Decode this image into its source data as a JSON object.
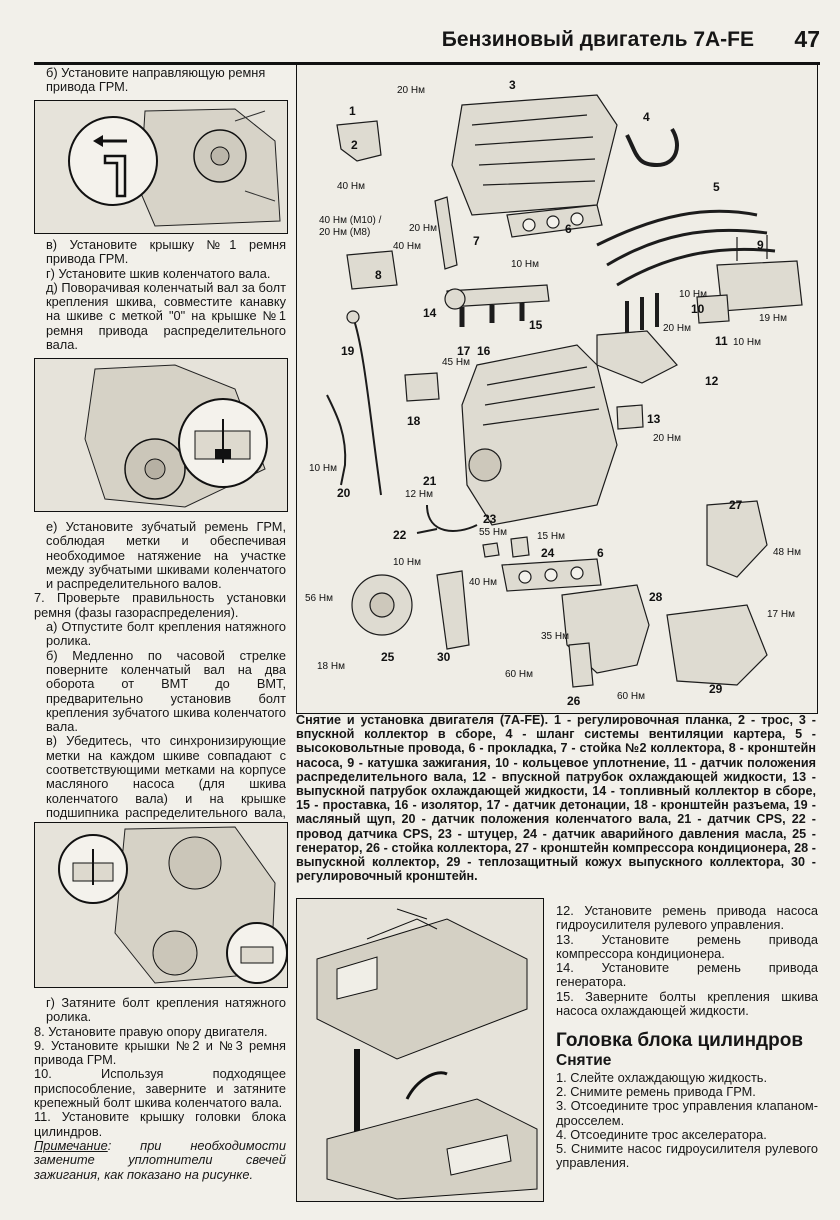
{
  "header": {
    "title": "Бензиновый двигатель 7A-FE",
    "page_number": "47"
  },
  "left_col": {
    "b_step": "б) Установите направляющую ремня привода ГРМ.",
    "v_step": "в) Установите крышку №1 ремня привода ГРМ.",
    "g_step": "г) Установите шкив коленчатого вала.",
    "d_step": "д) Поворачивая коленчатый вал за болт крепления шкива, совместите канавку на шкиве с меткой \"0\" на крышке №1 ремня привода распределительного вала.",
    "e_step": "е) Установите зубчатый ремень ГРМ, соблюдая метки и обеспечивая необходимое натяжение на участке между зубчатыми шкивами коленчатого и распределительного валов.",
    "step7": "7. Проверьте правильность установки ремня (фазы газораспределения).",
    "step7a": "а) Отпустите болт крепления натяжного ролика.",
    "step7b": "б) Медленно по часовой стрелке поверните коленчатый вал на два оборота от ВМТ до ВМТ, предварительно установив болт крепления зубчатого шкива коленчатого вала.",
    "step7v": "в) Убедитесь, что синхронизирующие метки на каждом шкиве совпадают с соответствующими метками на корпусе масляного насоса (для шкива коленчатого вала) и на крышке подшипника распределительного вала, как показано на рисунках.",
    "step7g": "г) Затяните болт крепления натяжного ролика.",
    "step8": "8. Установите правую опору двигателя.",
    "step9": "9. Установите крышки №2 и №3 ремня привода ГРМ.",
    "step10": "10. Используя подходящее приспособление, заверните и затяните крепежный болт шкива коленчатого вала.",
    "step11": "11. Установите крышку головки блока цилиндров.",
    "note_label": "Примечание",
    "note_text": ": при необходимости замените уплотнители свечей зажигания, как показано на рисунке."
  },
  "diagram": {
    "torques": {
      "t20a": "20 Нм",
      "t40a": "40 Нм",
      "t40m10": "40 Нм (М10) /",
      "t20m8": "20 Нм (М8)",
      "t20b": "20 Нм",
      "t40b": "40 Нм",
      "t10a": "10 Нм",
      "t10b": "10 Нм",
      "t20c": "20 Нм",
      "t19": "19 Нм",
      "t10c": "10 Нм",
      "t45": "45 Нм",
      "t20d": "20 Нм",
      "t10d": "10 Нм",
      "t12": "12 Нм",
      "t55": "55 Нм",
      "t15": "15 Нм",
      "t48": "48 Нм",
      "t10e": "10 Нм",
      "t40c": "40 Нм",
      "t56": "56 Нм",
      "t17": "17 Нм",
      "t18": "18 Нм",
      "t35": "35 Нм",
      "t60a": "60 Нм",
      "t60b": "60 Нм"
    },
    "parts": {
      "p1": "1",
      "p2": "2",
      "p3": "3",
      "p4": "4",
      "p5": "5",
      "p6a": "6",
      "p6b": "6",
      "p7": "7",
      "p8": "8",
      "p9": "9",
      "p10": "10",
      "p11": "11",
      "p12": "12",
      "p13": "13",
      "p14": "14",
      "p15": "15",
      "p16": "16",
      "p17": "17",
      "p18": "18",
      "p19": "19",
      "p20": "20",
      "p21": "21",
      "p22": "22",
      "p23": "23",
      "p24": "24",
      "p25": "25",
      "p26": "26",
      "p27": "27",
      "p28": "28",
      "p29": "29",
      "p30": "30"
    }
  },
  "caption": "Снятие и установка двигателя (7A-FE). 1 - регулировочная планка, 2 - трос, 3 - впускной коллектор в сборе, 4 - шланг системы вентиляции картера, 5 - высоковольтные провода, 6 - прокладка, 7 - стойка №2 коллектора, 8 - кронштейн насоса, 9 - катушка зажигания, 10 - кольцевое уплотнение, 11 - датчик положения распределительного вала, 12 - впускной патрубок охлаждающей жидкости, 13 - выпускной патрубок охлаждающей жидкости, 14 - топливный коллектор в сборе, 15 - проставка, 16 - изолятор, 17 - датчик детонации, 18 - кронштейн разъема, 19 - масляный щуп, 20 - датчик положения коленчатого вала, 21 - датчик CPS, 22 - провод датчика CPS, 23 - штуцер, 24 - датчик аварийного давления масла, 25 - генератор, 26 - стойка коллектора, 27 - кронштейн компрессора кондиционера, 28 - выпускной коллектор, 29 - теплозащитный кожух выпускного коллектора, 30 - регулировочный кронштейн.",
  "right_col": {
    "step12": "12. Установите ремень привода насоса гидроусилителя рулевого управления.",
    "step13": "13. Установите ремень привода компрессора кондиционера.",
    "step14": "14. Установите ремень привода генератора.",
    "step15": "15. Заверните болты крепления шкива насоса охлаждающей жидкости.",
    "section_title": "Головка блока цилиндров",
    "sub_title": "Снятие",
    "r1": "1. Слейте охлаждающую жидкость.",
    "r2": "2. Снимите ремень привода ГРМ.",
    "r3": "3. Отсоедините трос управления клапаном-дросселем.",
    "r4": "4. Отсоедините трос акселератора.",
    "r5": "5. Снимите насос гидроусилителя рулевого управления."
  },
  "colors": {
    "ink": "#161616",
    "paper": "#f2f0ea"
  }
}
